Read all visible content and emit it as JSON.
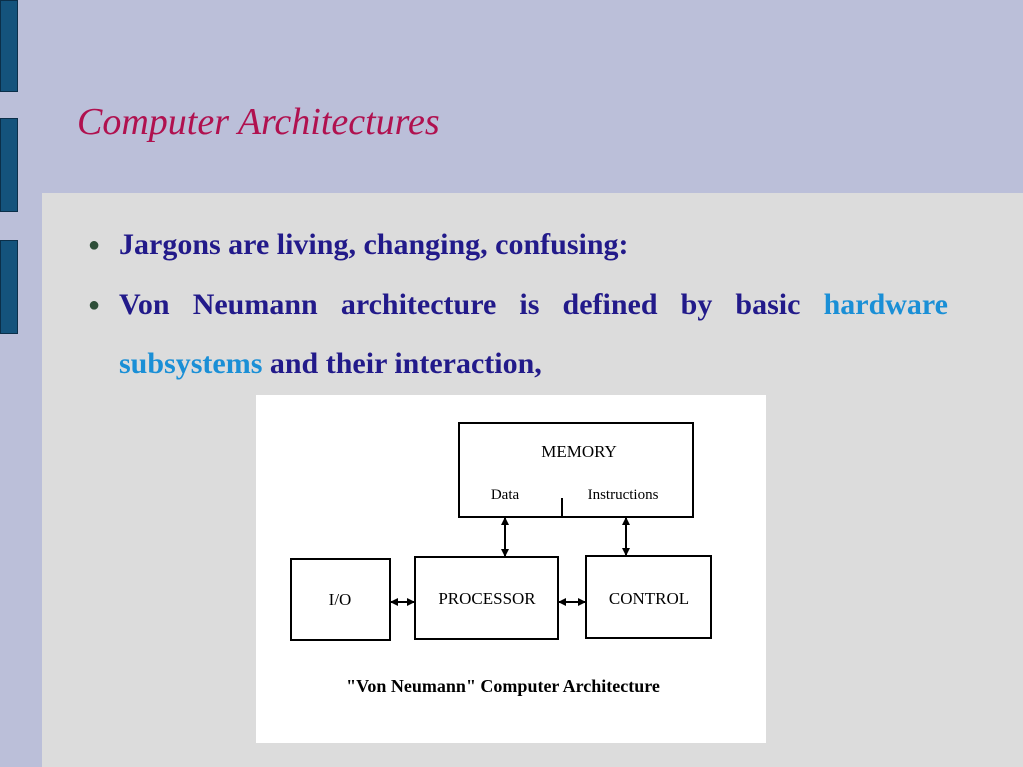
{
  "slide": {
    "title": "Computer Architectures"
  },
  "bullets": [
    {
      "text": "Jargons are living, changing, confusing:"
    },
    {
      "text_before": "Von Neumann architecture is defined by basic",
      "highlight": "hardware subsystems",
      "text_after": "and their interaction,"
    }
  ],
  "colors": {
    "background": "#bbbfd9",
    "panel": "#dcdcdc",
    "title": "#b0114f",
    "text": "#221a8a",
    "highlight": "#1a8fd6",
    "tab": "#14537c"
  },
  "diagram": {
    "memory": {
      "label": "MEMORY",
      "port_data": "Data",
      "port_instructions": "Instructions"
    },
    "io": {
      "label": "I/O"
    },
    "processor": {
      "label": "PROCESSOR"
    },
    "control": {
      "label": "CONTROL"
    },
    "caption": "\"Von Neumann\" Computer Architecture"
  }
}
